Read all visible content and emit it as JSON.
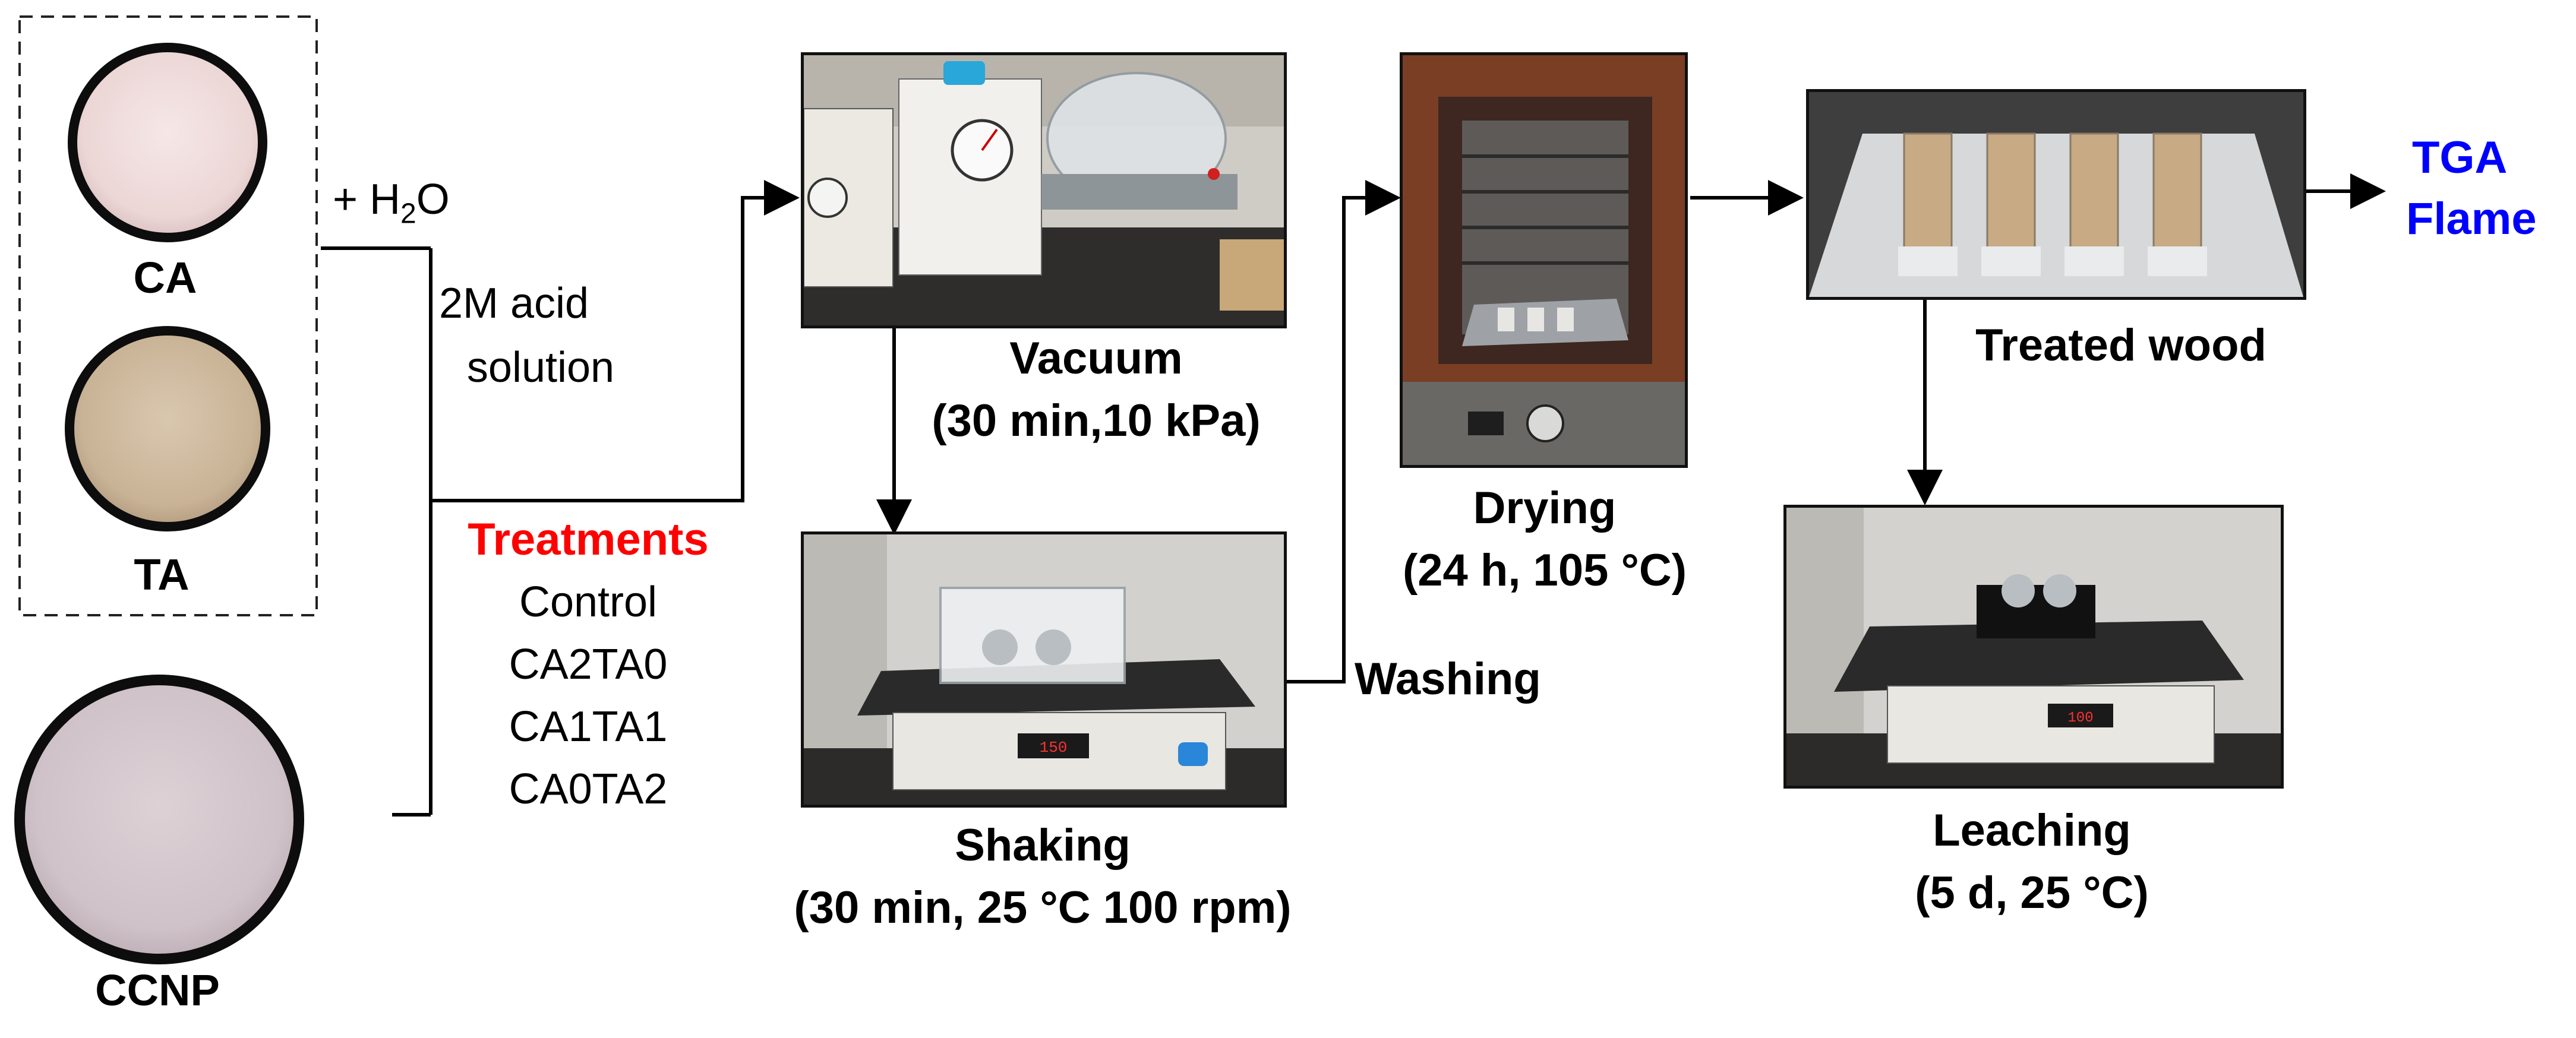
{
  "samples": {
    "ca": "CA",
    "ta": "TA",
    "ccnp": "CCNP"
  },
  "reagent": {
    "water_prefix": "+ H",
    "water_sub": "2",
    "water_suffix": "O",
    "acid_line1": "2M acid",
    "acid_line2": "solution"
  },
  "treatments": {
    "heading": "Treatments",
    "items": [
      "Control",
      "CA2TA0",
      "CA1TA1",
      "CA0TA2"
    ]
  },
  "steps": {
    "vacuum": {
      "title": "Vacuum",
      "detail": "(30 min,10 kPa)"
    },
    "shaking": {
      "title": "Shaking",
      "detail": "(30 min, 25 °C 100 rpm)"
    },
    "washing": {
      "title": "Washing"
    },
    "drying": {
      "title": "Drying",
      "detail": "(24 h, 105 °C)"
    },
    "treated": {
      "title": "Treated wood"
    },
    "leaching": {
      "title": "Leaching",
      "detail": "(5 d, 25 °C)"
    }
  },
  "outputs": {
    "line1": "TGA",
    "line2": "Flame"
  },
  "colors": {
    "treatments_heading": "#ff0000",
    "outputs": "#0000ff",
    "lines": "#000000"
  }
}
